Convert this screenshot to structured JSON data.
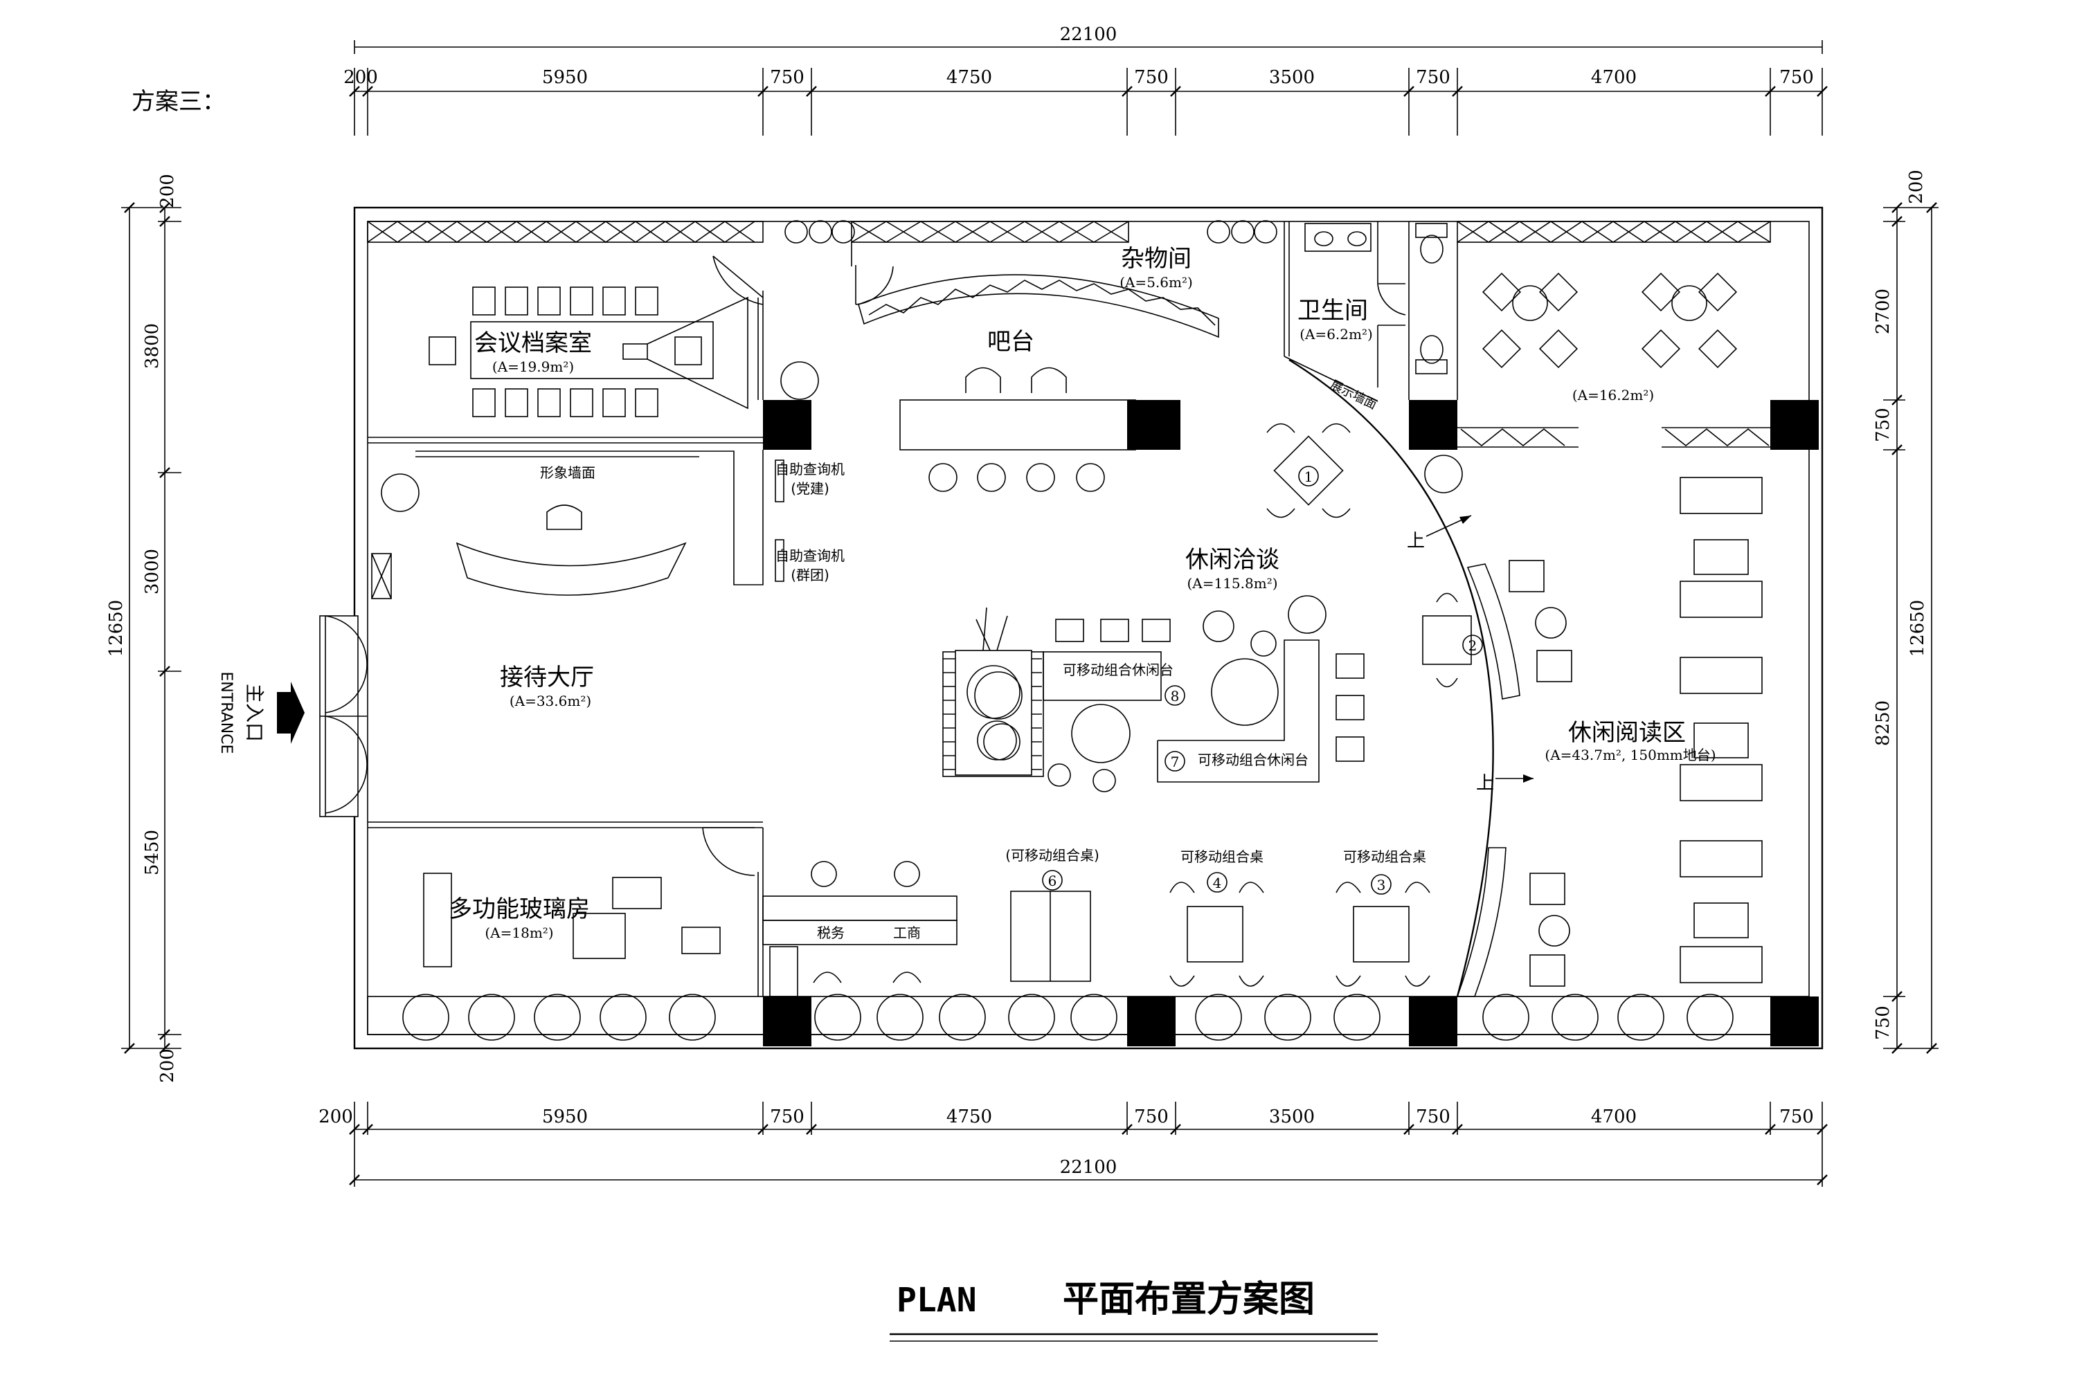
{
  "scheme_label": "方案三：",
  "dimensions": {
    "total": "22100",
    "top_segments": [
      "200",
      "5950",
      "750",
      "4750",
      "750",
      "3500",
      "750",
      "4700",
      "750"
    ],
    "left_total": "12650",
    "left_segments": [
      "200",
      "3800",
      "3000",
      "5450",
      "200"
    ],
    "right_total": "12650",
    "right_segments": [
      "200",
      "2700",
      "750",
      "8250",
      "750"
    ]
  },
  "entrance": {
    "cn": "主入口",
    "en": "ENTRANCE"
  },
  "rooms": {
    "meeting": {
      "name": "会议档案室",
      "area": "(A=19.9m²)"
    },
    "storage": {
      "name": "杂物间",
      "area": "(A=5.6m²)"
    },
    "bar": {
      "name": "吧台"
    },
    "toilet": {
      "name": "卫生间",
      "area": "(A=6.2m²)"
    },
    "vip": {
      "area": "(A=16.2m²)"
    },
    "lobby": {
      "name": "接待大厅",
      "area": "(A=33.6m²)"
    },
    "lounge": {
      "name": "休闲洽谈",
      "area": "(A=115.8m²)"
    },
    "reading": {
      "name": "休闲阅读区",
      "area": "(A=43.7m², 150mm地台)"
    },
    "glass": {
      "name": "多功能玻璃房",
      "area": "(A=18m²)"
    }
  },
  "labels": {
    "image_wall": "形象墙面",
    "display_wall": "展示墙面",
    "kiosk1": "自助查询机",
    "kiosk1_sub": "(党建)",
    "kiosk2": "自助查询机",
    "kiosk2_sub": "(群团)",
    "movable_lounge_8": "可移动组合休闲台",
    "movable_lounge_7": "可移动组合休闲台",
    "movable_table_6": "(可移动组合桌)",
    "movable_table_4": "可移动组合桌",
    "movable_table_3": "可移动组合桌",
    "tax": "税务",
    "commerce": "工商",
    "up1": "上",
    "up2": "上"
  },
  "markers": [
    "1",
    "2",
    "3",
    "4",
    "6",
    "7",
    "8"
  ],
  "title": {
    "en": "PLAN",
    "cn": "平面布置方案图"
  }
}
